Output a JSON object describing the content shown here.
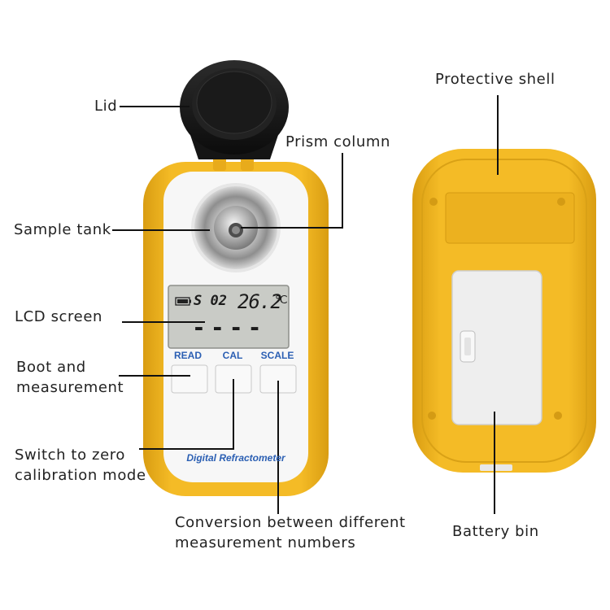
{
  "labels": {
    "lid": "Lid",
    "prism_column": "Prism column",
    "protective_shell": "Protective shell",
    "sample_tank": "Sample tank",
    "lcd_screen": "LCD screen",
    "boot_line1": "Boot and",
    "boot_line2": "measurement",
    "zero_line1": "Switch to zero",
    "zero_line2": "calibration mode",
    "conversion_line1": "Conversion between different",
    "conversion_line2": "measurement numbers",
    "battery_bin": "Battery bin"
  },
  "device": {
    "name": "Digital Refractometer",
    "lcd": {
      "mode": "S 02",
      "temperature": "26.2",
      "unit": "℃",
      "reading": "----"
    },
    "buttons": {
      "read": "READ",
      "cal": "CAL",
      "scale": "SCALE"
    }
  },
  "colors": {
    "shell": "#f1b722",
    "button_text": "#2b5fb3",
    "lcd_bg": "#c9cbc6",
    "lid": "#1a1a1a"
  }
}
